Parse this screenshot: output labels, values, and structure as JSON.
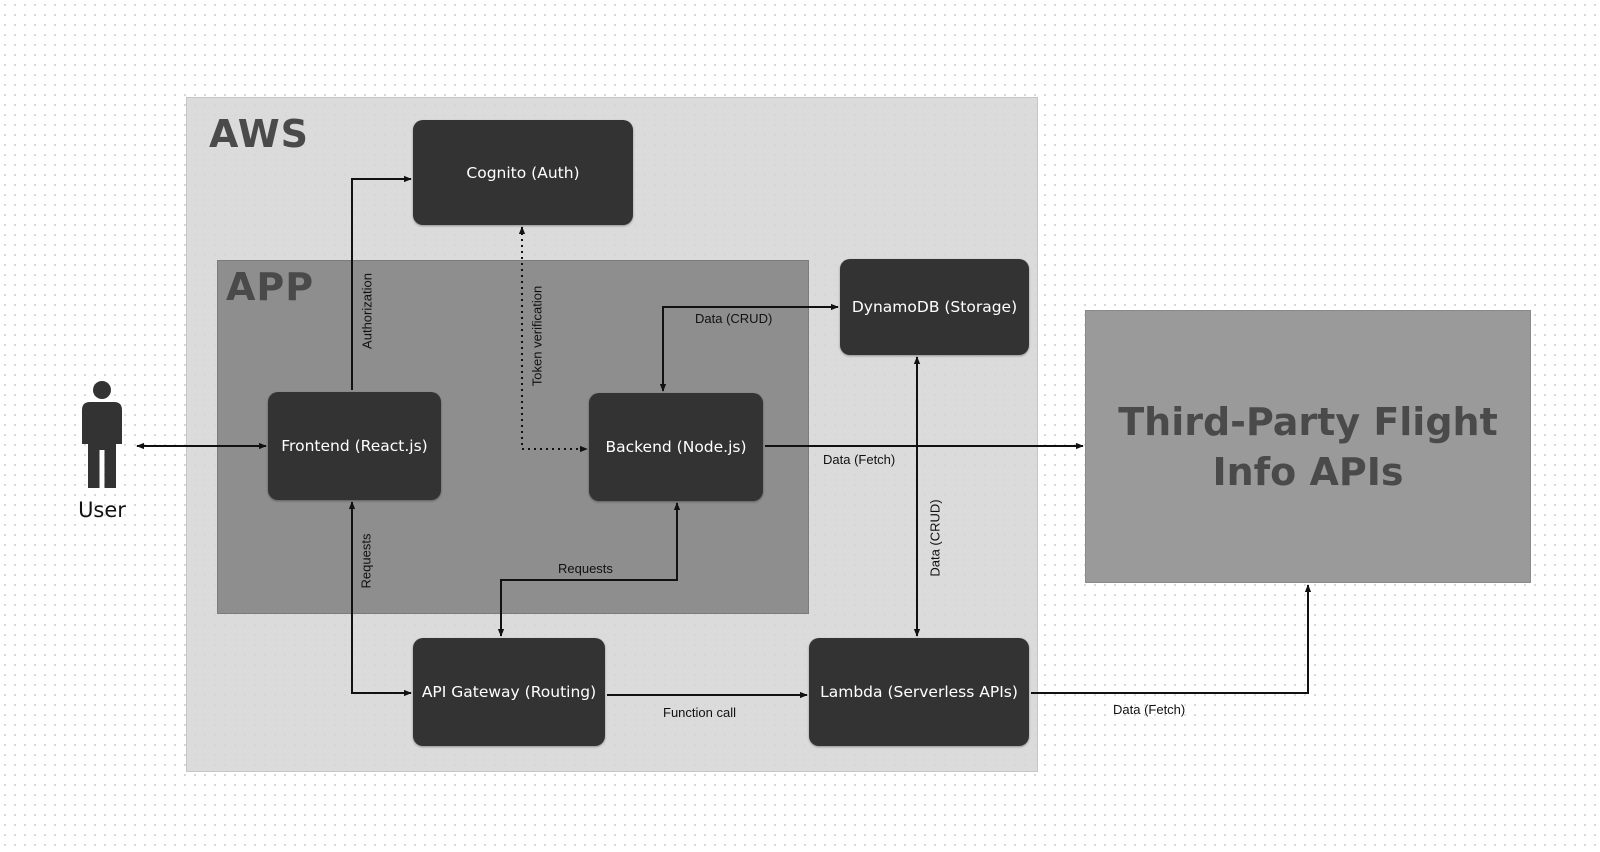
{
  "regions": {
    "aws": "AWS",
    "app": "APP",
    "third_party": "Third-Party Flight Info APIs"
  },
  "actor": {
    "label": "User",
    "icon": "person-icon"
  },
  "nodes": {
    "cognito": "Cognito (Auth)",
    "frontend": "Frontend (React.js)",
    "backend": "Backend (Node.js)",
    "dynamodb": "DynamoDB (Storage)",
    "gateway": "API Gateway (Routing)",
    "lambda": "Lambda (Serverless APIs)"
  },
  "edges": {
    "authorization": "Authorization",
    "token_verification": "Token verification",
    "data_crud_backend": "Data (CRUD)",
    "data_fetch_backend": "Data (Fetch)",
    "requests_frontend": "Requests",
    "requests_backend": "Requests",
    "data_crud_lambda": "Data (CRUD)",
    "function_call": "Function call",
    "data_fetch_lambda": "Data (Fetch)"
  },
  "colors": {
    "node_fill": "#333333",
    "aws_fill": "#d6d6d6",
    "app_fill": "#8e8e8e",
    "third_party_fill": "#9a9a9a",
    "title_text": "#4a4a4a"
  }
}
